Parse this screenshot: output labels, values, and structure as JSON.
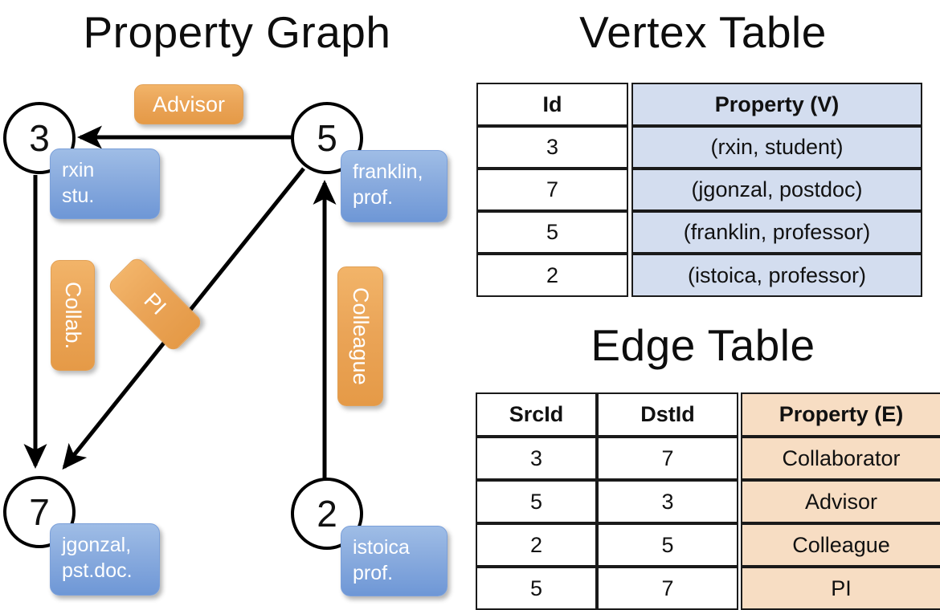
{
  "titles": {
    "property_graph": "Property Graph",
    "vertex_table": "Vertex Table",
    "edge_table": "Edge Table"
  },
  "colors": {
    "vertex_property_fill": "#d3ddef",
    "edge_property_fill": "#f7ddc3",
    "vertex_box_fill": "#89abde",
    "edge_label_fill": "#eaa457",
    "stroke": "#000000"
  },
  "graph": {
    "nodes": [
      {
        "id": "3",
        "label": "3",
        "property_lines": [
          "rxin",
          "stu."
        ]
      },
      {
        "id": "5",
        "label": "5",
        "property_lines": [
          "franklin,",
          "prof."
        ]
      },
      {
        "id": "7",
        "label": "7",
        "property_lines": [
          "jgonzal,",
          "pst.doc."
        ]
      },
      {
        "id": "2",
        "label": "2",
        "property_lines": [
          "istoica",
          "prof."
        ]
      }
    ],
    "edge_labels": [
      {
        "key": "advisor",
        "text": "Advisor"
      },
      {
        "key": "collab",
        "text": "Collab."
      },
      {
        "key": "pi",
        "text": "PI"
      },
      {
        "key": "colleague",
        "text": "Colleague"
      }
    ],
    "edges": [
      {
        "src": "5",
        "dst": "3",
        "label": "Advisor"
      },
      {
        "src": "3",
        "dst": "7",
        "label": "Collab."
      },
      {
        "src": "5",
        "dst": "7",
        "label": "PI"
      },
      {
        "src": "2",
        "dst": "5",
        "label": "Colleague"
      }
    ]
  },
  "vertex_table": {
    "headers": [
      "Id",
      "Property (V)"
    ],
    "rows": [
      {
        "id": "3",
        "property": "(rxin, student)"
      },
      {
        "id": "7",
        "property": "(jgonzal, postdoc)"
      },
      {
        "id": "5",
        "property": "(franklin, professor)"
      },
      {
        "id": "2",
        "property": "(istoica, professor)"
      }
    ]
  },
  "edge_table": {
    "headers": [
      "SrcId",
      "DstId",
      "Property (E)"
    ],
    "rows": [
      {
        "src": "3",
        "dst": "7",
        "property": "Collaborator"
      },
      {
        "src": "5",
        "dst": "3",
        "property": "Advisor"
      },
      {
        "src": "2",
        "dst": "5",
        "property": "Colleague"
      },
      {
        "src": "5",
        "dst": "7",
        "property": "PI"
      }
    ]
  }
}
